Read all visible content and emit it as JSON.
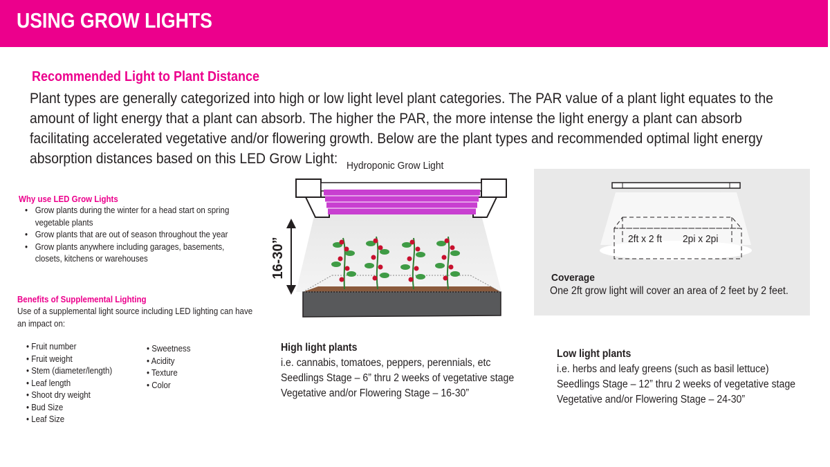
{
  "header": {
    "title": "USING GROW LIGHTS"
  },
  "section_title": "Recommended Light to Plant Distance",
  "intro": "Plant types are generally categorized into high or low light level plant categories. The PAR value of a plant light equates to the amount of light energy that a plant can absorb.  The higher the PAR, the more intense the light energy a plant can absorb facilitating accelerated vegetative and/or flowering growth. Below are the plant types and recommended optimal light energy absorption distances based on this LED Grow Light:",
  "why": {
    "title": "Why use LED Grow Lights",
    "items": [
      "Grow plants during the winter for a head start on spring vegetable plants",
      "Grow plants that are out of season throughout the year",
      "Grow plants anywhere including garages, basements, closets, kitchens or  warehouses"
    ]
  },
  "benefits": {
    "title": "Benefits of Supplemental Lighting",
    "text": "Use of a supplemental light source including LED lighting can have an impact on:",
    "col1": [
      "• Fruit number",
      "• Fruit weight",
      "• Stem (diameter/length)",
      "• Leaf length",
      "• Shoot dry weight",
      "• Bud Size",
      "• Leaf Size"
    ],
    "col2": [
      "• Sweetness",
      "• Acidity",
      "• Texture",
      "• Color"
    ]
  },
  "illustration": {
    "label": "Hydroponic Grow Light",
    "distance": "16-30”"
  },
  "coverage": {
    "area_left": "2ft x 2 ft",
    "area_right": "2pi x 2pi",
    "title": "Coverage",
    "text": "One 2ft grow light will cover an area of 2 feet by 2 feet."
  },
  "high_light": {
    "title": "High light plants",
    "lines": [
      "i.e. cannabis, tomatoes, peppers, perennials, etc",
      "Seedlings Stage – 6” thru 2 weeks of vegetative stage",
      "Vegetative and/or Flowering Stage – 16-30”"
    ]
  },
  "low_light": {
    "title": "Low light plants",
    "lines": [
      "i.e. herbs and leafy greens (such as basil lettuce)",
      "Seedlings Stage – 12” thru 2 weeks of vegetative stage",
      "Vegetative and/or Flowering Stage – 24-30”"
    ]
  },
  "colors": {
    "accent": "#ec008c",
    "light_bar": "#c83fd0",
    "tray": "#58595b",
    "panel": "#e9e9e9"
  }
}
